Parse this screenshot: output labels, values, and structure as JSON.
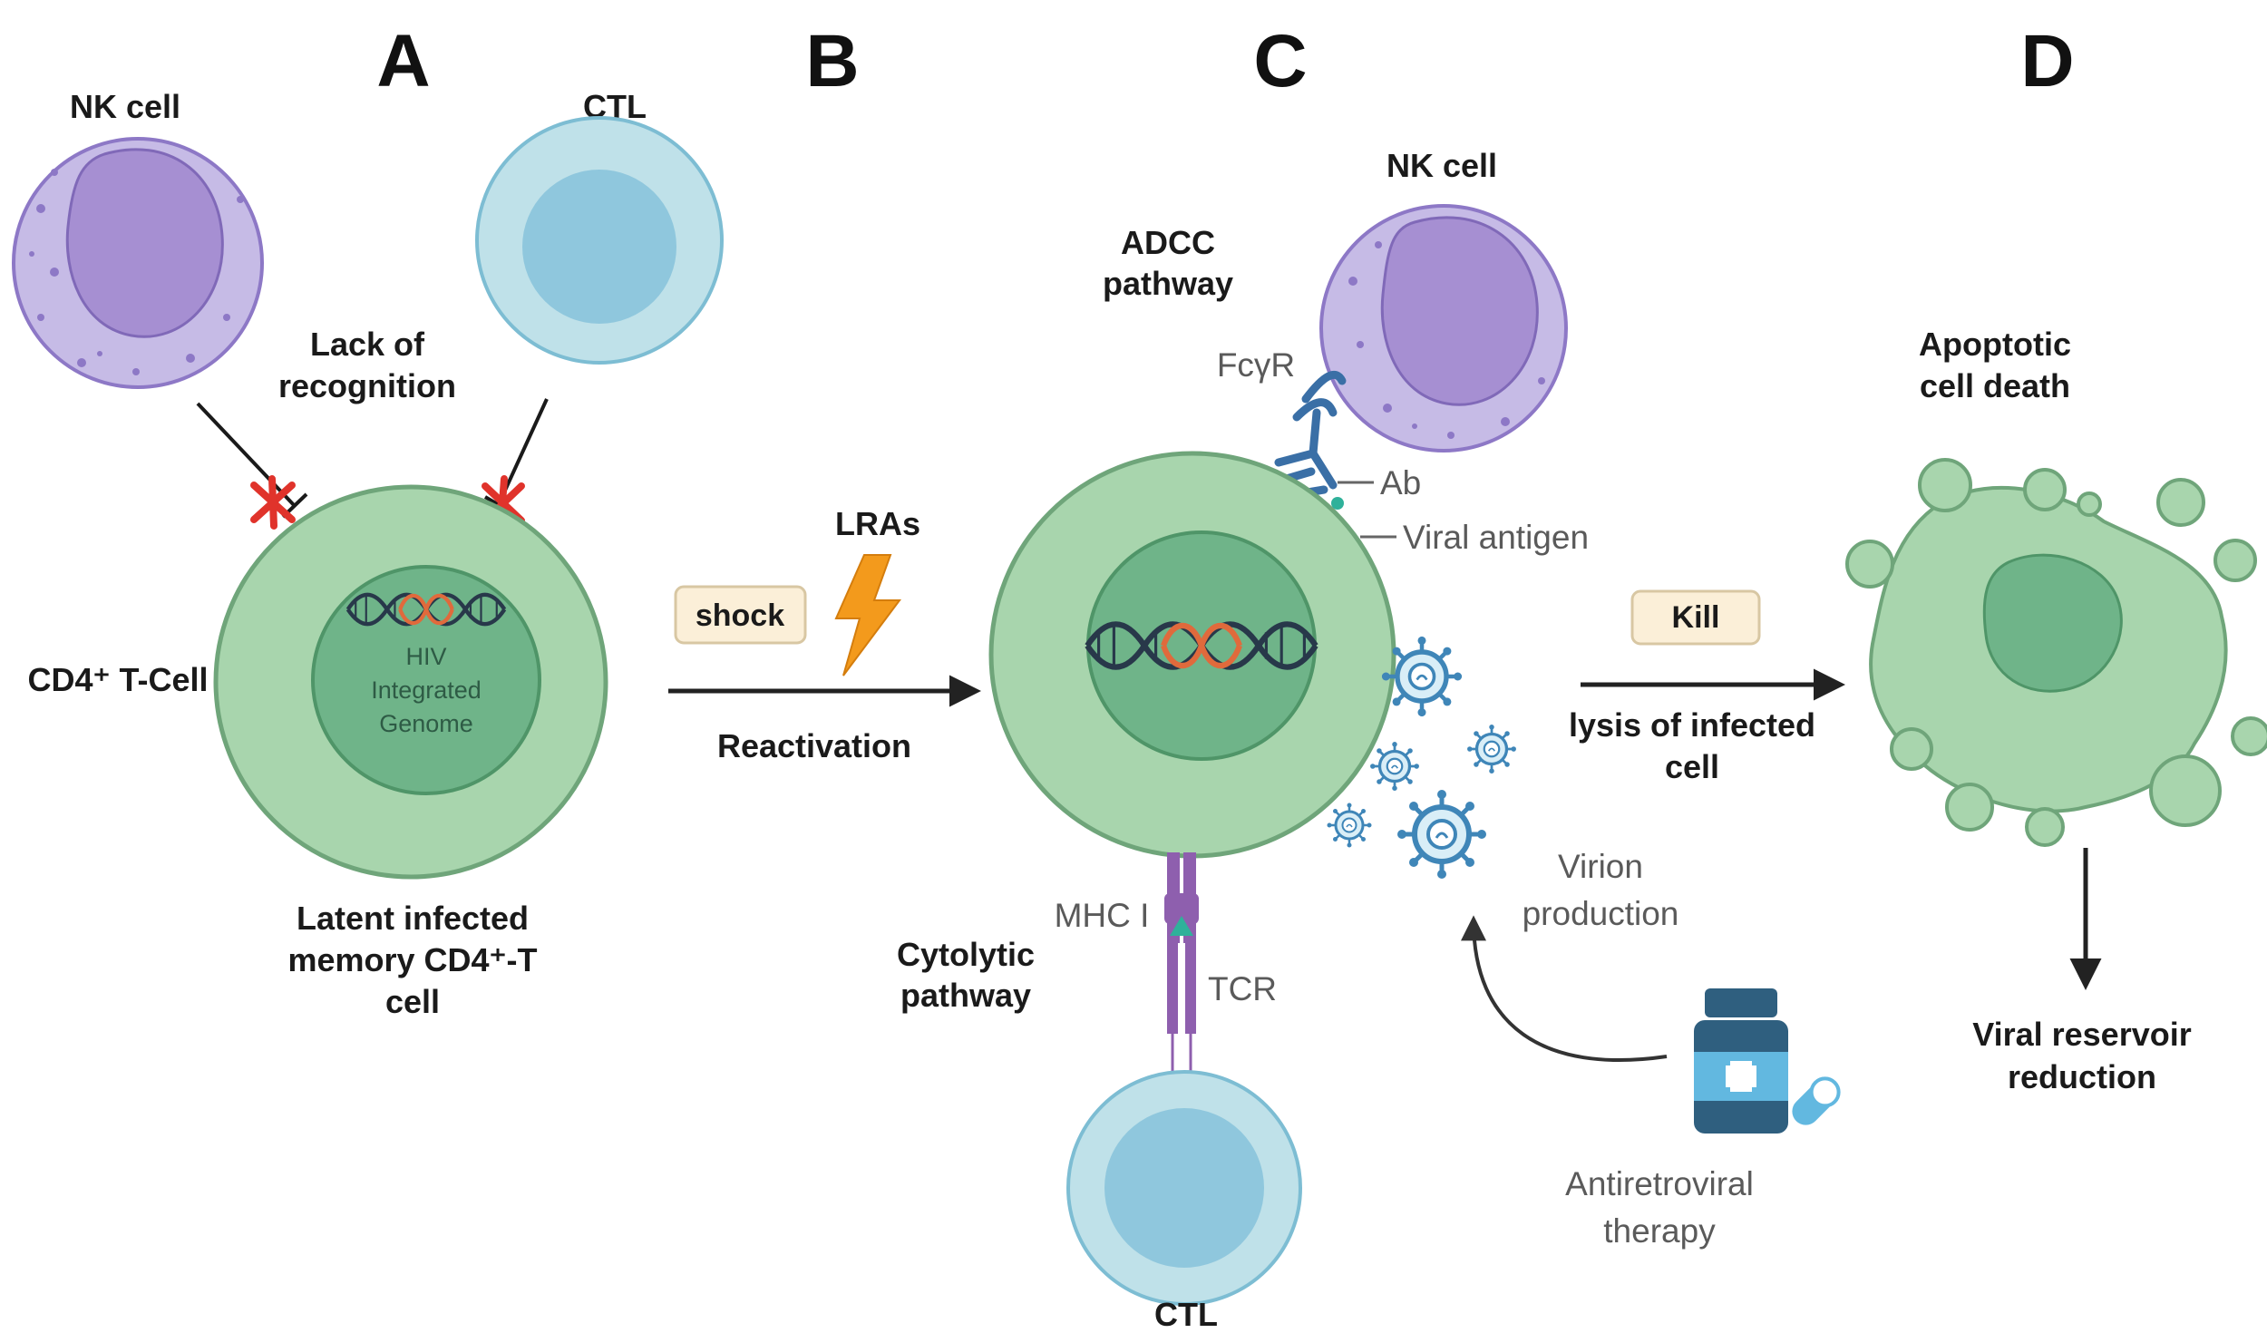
{
  "panels": {
    "a": "A",
    "b": "B",
    "c": "C",
    "d": "D"
  },
  "panel_a": {
    "nk_cell": "NK cell",
    "ctl": "CTL",
    "lack_of_recognition": [
      "Lack of",
      "recognition"
    ],
    "cd4_t_cell": "CD4⁺ T-Cell",
    "genome": [
      "HIV",
      "Integrated",
      "Genome"
    ],
    "latent_cell": [
      "Latent infected",
      "memory CD4⁺-T",
      "cell"
    ]
  },
  "panel_b": {
    "lras": "LRAs",
    "shock": "shock",
    "reactivation": "Reactivation"
  },
  "panel_c": {
    "nk_cell": "NK cell",
    "adcc": [
      "ADCC",
      "pathway"
    ],
    "fcgr": "FcγR",
    "ab": "Ab",
    "viral_antigen": "Viral antigen",
    "mhc": "MHC I",
    "tcr": "TCR",
    "cytolytic": [
      "Cytolytic",
      "pathway"
    ],
    "ctl": "CTL",
    "virion": [
      "Virion",
      "production"
    ],
    "antiretroviral": [
      "Antiretroviral",
      "therapy"
    ],
    "kill": "Kill",
    "lysis": [
      "lysis of infected",
      "cell"
    ]
  },
  "panel_d": {
    "apoptotic": [
      "Apoptotic",
      "cell death"
    ],
    "reservoir": [
      "Viral reservoir",
      "reduction"
    ]
  },
  "colors": {
    "nk_outer": "#c6bbe6",
    "nk_inner": "#a68fd2",
    "ctl_outer": "#bfe1e9",
    "ctl_inner": "#8fc7dd",
    "tcell_outer": "#a8d5ad",
    "tcell_inner": "#6fb489",
    "dna_red": "#e06a3c",
    "dna_dark": "#28384a",
    "lightning": "#f39a1c",
    "label_box": "#fbefd8",
    "blocked_x": "#e0332b",
    "antibody": "#3a6fa6",
    "viral_antigen": "#2fb19a",
    "mhc_tcr": "#8e5fae",
    "virion": "#3f86b8",
    "drug": "#2f5f7f",
    "pill": "#62b8e0"
  },
  "icons": [
    "lightning-icon",
    "dna-icon",
    "virion-icon",
    "drug-bottle-icon",
    "capsule-icon",
    "antibody-icon",
    "blocked-x-icon"
  ]
}
